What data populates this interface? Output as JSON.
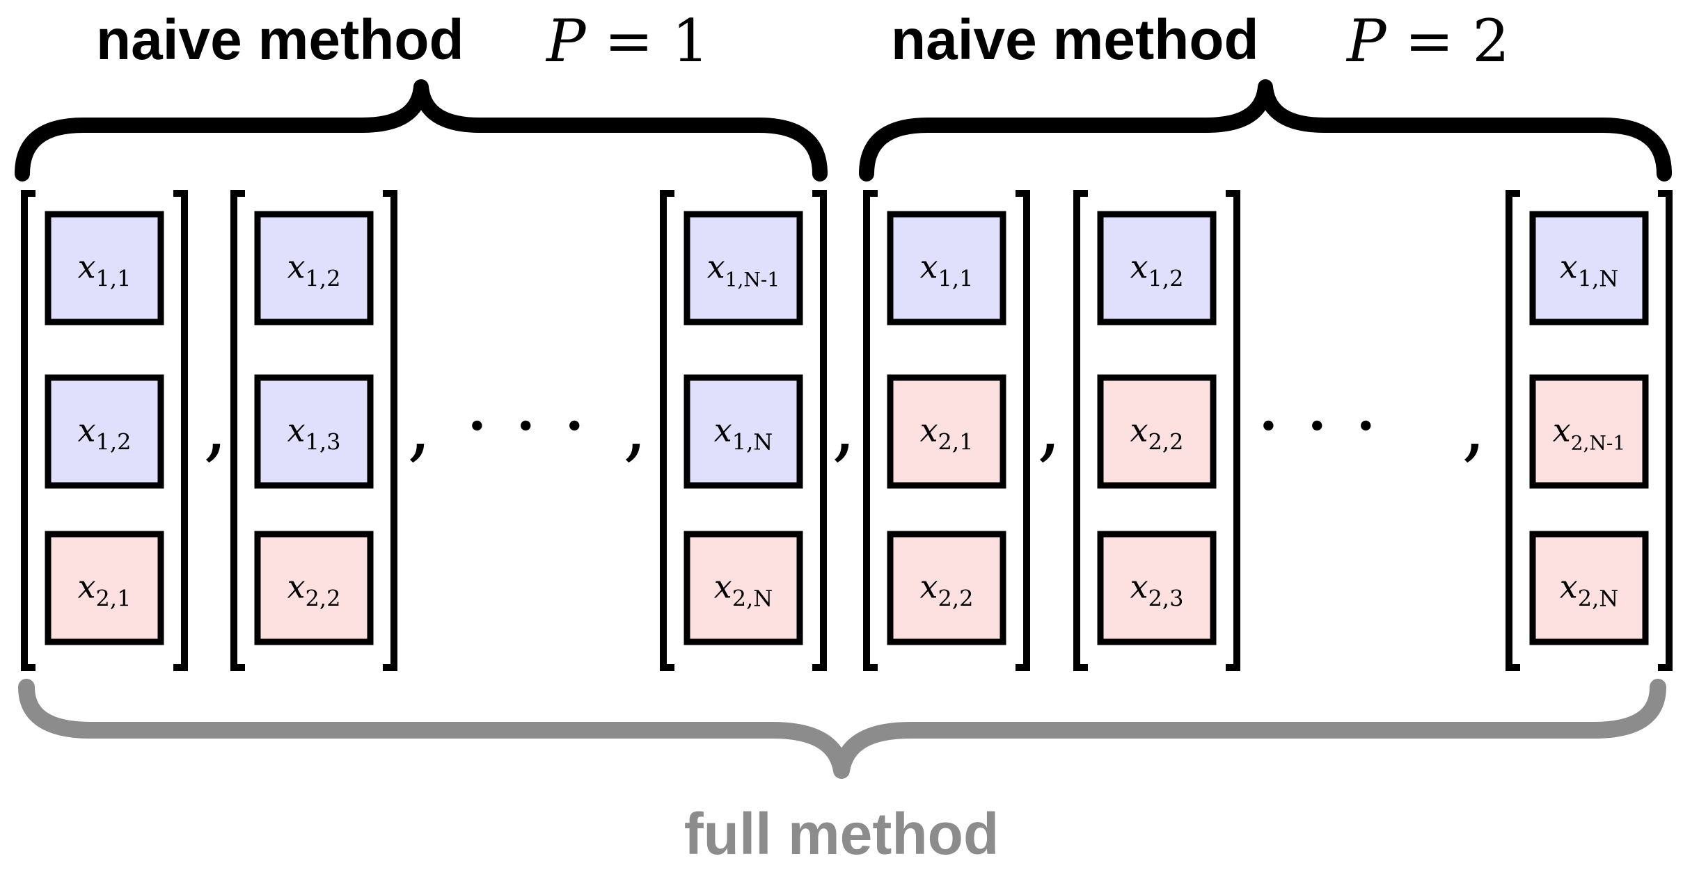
{
  "colors": {
    "ink": "#000000",
    "blue_fill": "#e0e0fc",
    "red_fill": "#fde0e0",
    "full_gray": "#8c8c8c"
  },
  "labels": {
    "group1_text": "naive method",
    "group1_eq_var": "P",
    "group1_eq_rest": " = 1",
    "group2_text": "naive method",
    "group2_eq_var": "P",
    "group2_eq_rest": " = 2",
    "full_text": "full method"
  },
  "separator": ",",
  "ellipsis": "· · ·",
  "columns": [
    {
      "cells": [
        {
          "base": "x",
          "sub": "1,1",
          "color": "blue"
        },
        {
          "base": "x",
          "sub": "1,2",
          "color": "blue"
        },
        {
          "base": "x",
          "sub": "2,1",
          "color": "red"
        }
      ]
    },
    {
      "cells": [
        {
          "base": "x",
          "sub": "1,2",
          "color": "blue"
        },
        {
          "base": "x",
          "sub": "1,3",
          "color": "blue"
        },
        {
          "base": "x",
          "sub": "2,2",
          "color": "red"
        }
      ]
    },
    {
      "cells": [
        {
          "base": "x",
          "sub": "1,N-1",
          "color": "blue"
        },
        {
          "base": "x",
          "sub": "1,N",
          "color": "blue"
        },
        {
          "base": "x",
          "sub": "2,N",
          "color": "red"
        }
      ]
    },
    {
      "cells": [
        {
          "base": "x",
          "sub": "1,1",
          "color": "blue"
        },
        {
          "base": "x",
          "sub": "2,1",
          "color": "red"
        },
        {
          "base": "x",
          "sub": "2,2",
          "color": "red"
        }
      ]
    },
    {
      "cells": [
        {
          "base": "x",
          "sub": "1,2",
          "color": "blue"
        },
        {
          "base": "x",
          "sub": "2,2",
          "color": "red"
        },
        {
          "base": "x",
          "sub": "2,3",
          "color": "red"
        }
      ]
    },
    {
      "cells": [
        {
          "base": "x",
          "sub": "1,N",
          "color": "blue"
        },
        {
          "base": "x",
          "sub": "2,N-1",
          "color": "red"
        },
        {
          "base": "x",
          "sub": "2,N",
          "color": "red"
        }
      ]
    }
  ]
}
